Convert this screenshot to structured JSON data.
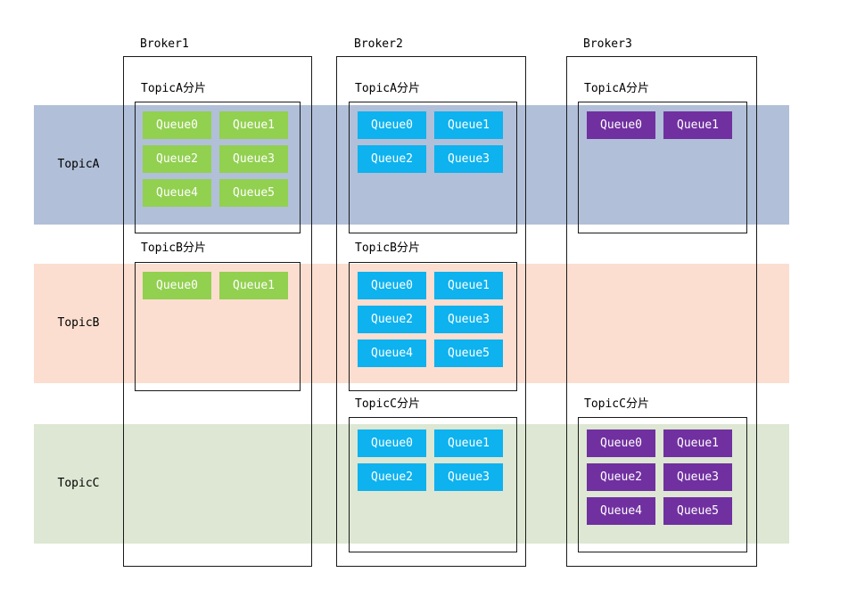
{
  "topics": [
    {
      "label": "TopicA",
      "band_color": "#b1bfd8"
    },
    {
      "label": "TopicB",
      "band_color": "#fbded0"
    },
    {
      "label": "TopicC",
      "band_color": "#dde7d3"
    }
  ],
  "brokers": [
    {
      "label": "Broker1",
      "queue_color": "#92d050",
      "shards": [
        {
          "label": "TopicA分片",
          "topic": "TopicA",
          "queues": [
            "Queue0",
            "Queue1",
            "Queue2",
            "Queue3",
            "Queue4",
            "Queue5"
          ]
        },
        {
          "label": "TopicB分片",
          "topic": "TopicB",
          "queues": [
            "Queue0",
            "Queue1"
          ]
        }
      ]
    },
    {
      "label": "Broker2",
      "queue_color": "#0db2ef",
      "shards": [
        {
          "label": "TopicA分片",
          "topic": "TopicA",
          "queues": [
            "Queue0",
            "Queue1",
            "Queue2",
            "Queue3"
          ]
        },
        {
          "label": "TopicB分片",
          "topic": "TopicB",
          "queues": [
            "Queue0",
            "Queue1",
            "Queue2",
            "Queue3",
            "Queue4",
            "Queue5"
          ]
        },
        {
          "label": "TopicC分片",
          "topic": "TopicC",
          "queues": [
            "Queue0",
            "Queue1",
            "Queue2",
            "Queue3"
          ]
        }
      ]
    },
    {
      "label": "Broker3",
      "queue_color": "#7030a0",
      "shards": [
        {
          "label": "TopicA分片",
          "topic": "TopicA",
          "queues": [
            "Queue0",
            "Queue1"
          ]
        },
        {
          "label": "TopicC分片",
          "topic": "TopicC",
          "queues": [
            "Queue0",
            "Queue1",
            "Queue2",
            "Queue3",
            "Queue4",
            "Queue5"
          ]
        }
      ]
    }
  ]
}
